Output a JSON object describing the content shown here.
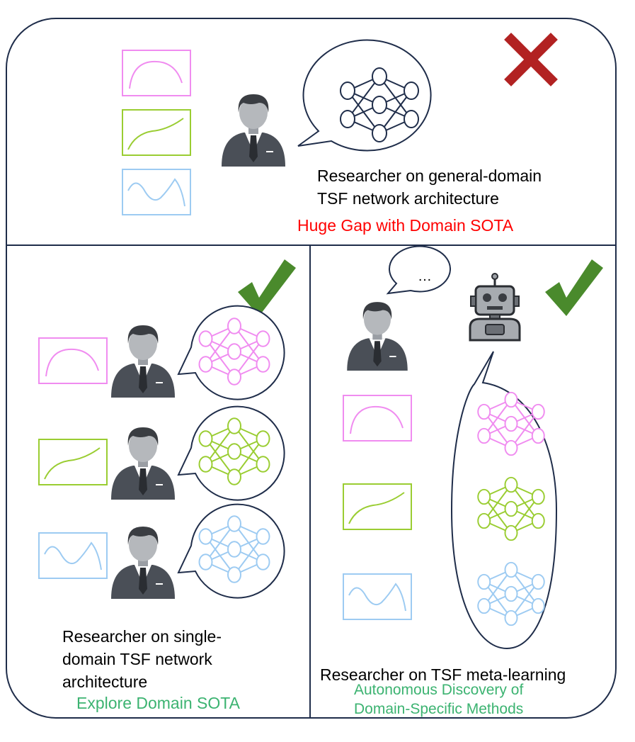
{
  "top_panel": {
    "caption_line1": "Researcher on general-domain",
    "caption_line2": "TSF network architecture",
    "verdict": "Huge Gap with Domain SOTA",
    "verdict_color": "#ff0000",
    "mark": "cross-icon"
  },
  "left_panel": {
    "caption_line1": "Researcher on single-",
    "caption_line2": "domain TSF network",
    "caption_line3": "architecture",
    "verdict": "Explore Domain SOTA",
    "verdict_color": "#3cb371",
    "mark": "check-icon"
  },
  "right_panel": {
    "caption": "Researcher on TSF meta-learning",
    "verdict_line1": "Autonomous Discovery of",
    "verdict_line2": "Domain-Specific Methods",
    "verdict_color": "#3cb371",
    "speech_text": "…",
    "mark": "check-icon"
  },
  "colors": {
    "pink": "#f08cf0",
    "green": "#9acd32",
    "blue": "#9dcbf2",
    "navy": "#1f2d4a",
    "cross": "#b22222",
    "check": "#4a8a2c"
  }
}
